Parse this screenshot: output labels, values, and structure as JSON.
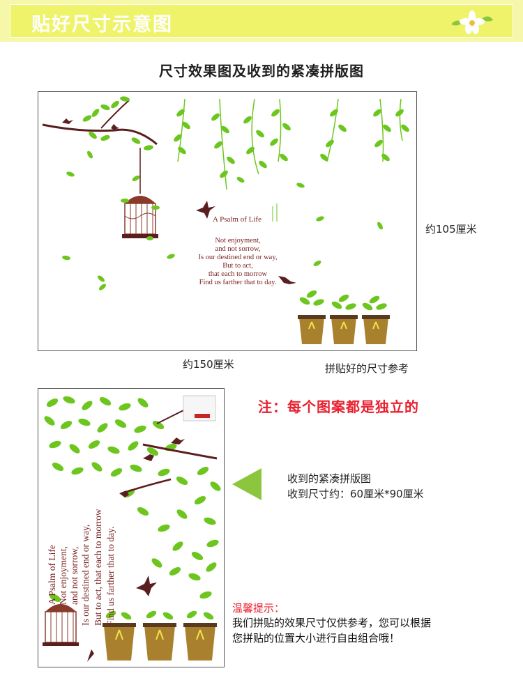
{
  "banner": {
    "title": "贴好尺寸示意图"
  },
  "heading": "尺寸效果图及收到的紧凑拼版图",
  "frame1": {
    "poem_title": "A Psalm of Life",
    "poem_lines": [
      "Not enjoyment,",
      "and not sorrow,",
      "Is our destined end or way,",
      "But to act,",
      "that each to morrow",
      "Find us farther that to day."
    ]
  },
  "labels": {
    "height": "约105厘米",
    "width": "约150厘米",
    "assembled": "拼贴好的尺寸参考"
  },
  "note": "注：每个图案都是独立的",
  "received": {
    "line1": "收到的紧凑拼版图",
    "line2": "收到尺寸约：60厘米*90厘米"
  },
  "frame2": {
    "poem_lines": [
      "A Psalm of Life",
      "Not enjoyment,",
      "and not sorrow,",
      "Is our destined end or way,",
      "But to act, that each to morrow",
      "Find us farther that to day."
    ]
  },
  "tip": {
    "title": "温馨提示：",
    "line1": "我们拼贴的效果尺寸仅供参考，您可以根据",
    "line2": "您拼贴的位置大小进行自由组合哦！"
  },
  "colors": {
    "leaf": "#6cc61e",
    "branch": "#5a1e1e",
    "accent_red": "#e8202f",
    "banner": "#eef36a"
  }
}
